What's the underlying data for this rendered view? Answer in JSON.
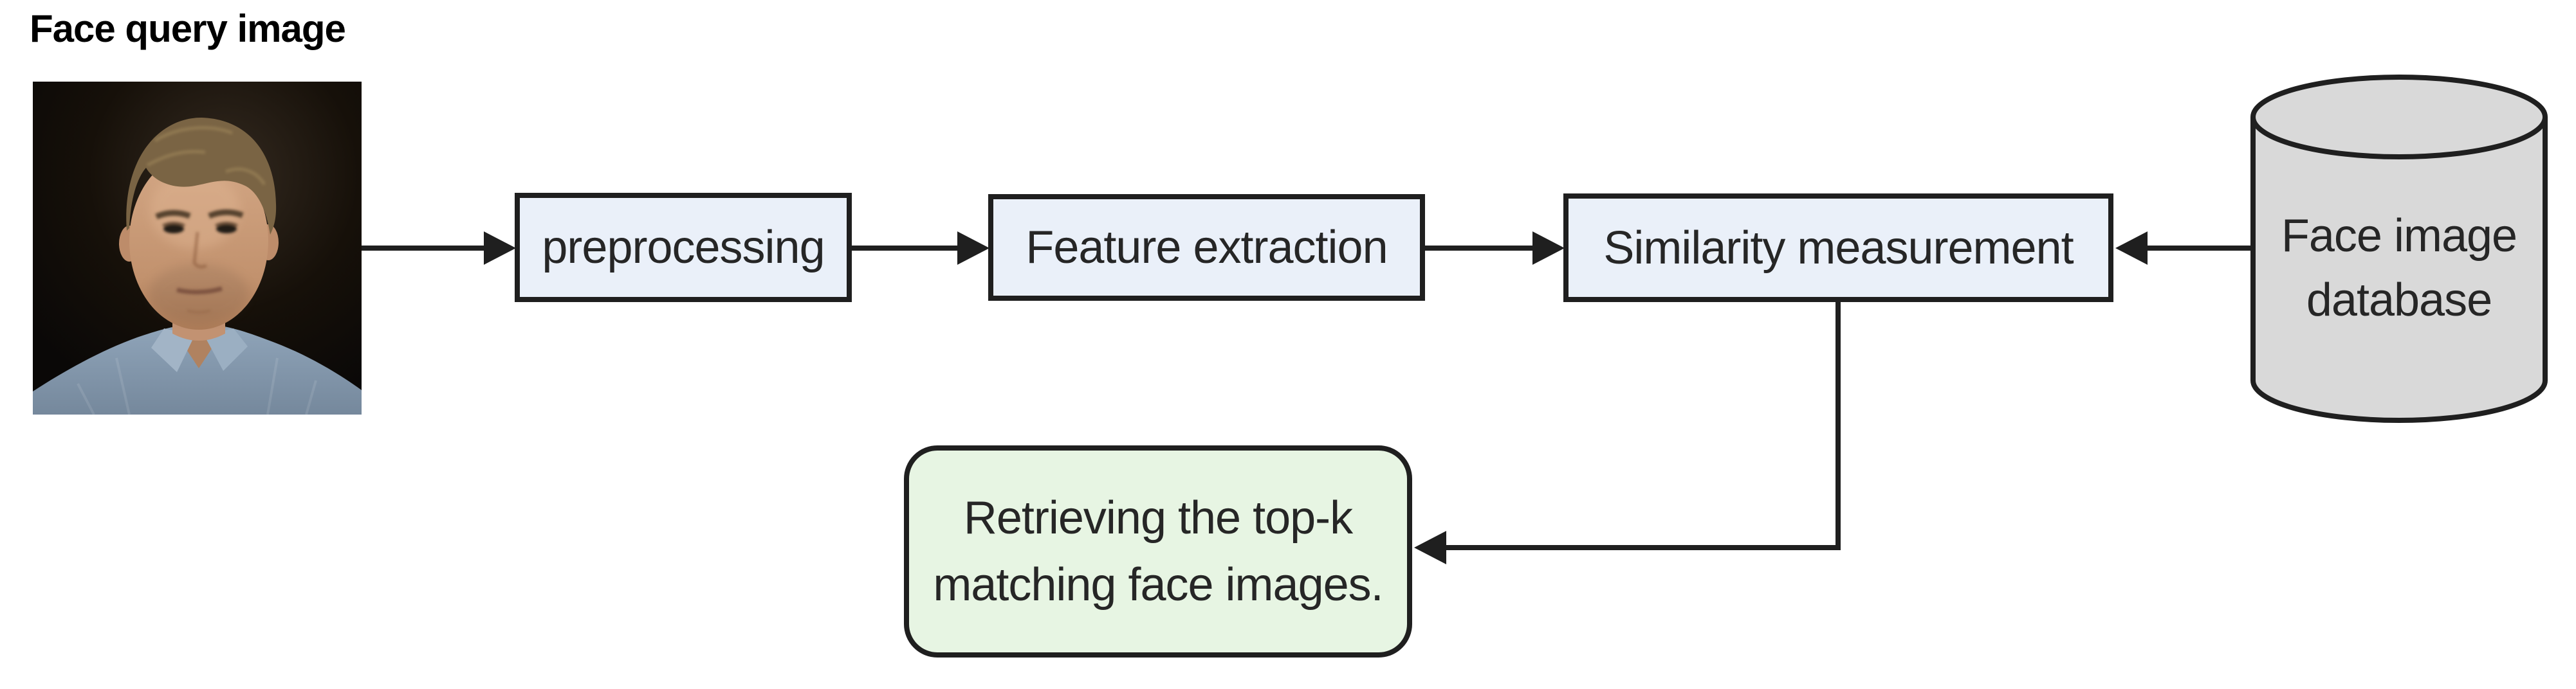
{
  "colors": {
    "process_fill": "#eaf0f9",
    "result_fill": "#e7f5e3",
    "database_fill": "#d9d9d9",
    "stroke": "#1f1f1f",
    "text": "#262626"
  },
  "labels": {
    "query_image": "Face query image"
  },
  "nodes": {
    "preprocessing": {
      "label": "preprocessing"
    },
    "feature_extraction": {
      "label": "Feature extraction"
    },
    "similarity_measurement": {
      "label": "Similarity measurement"
    },
    "face_database": {
      "line1": "Face image",
      "line2": "database"
    },
    "retrieval_result": {
      "line1": "Retrieving the top-k",
      "line2": "matching face images."
    }
  }
}
